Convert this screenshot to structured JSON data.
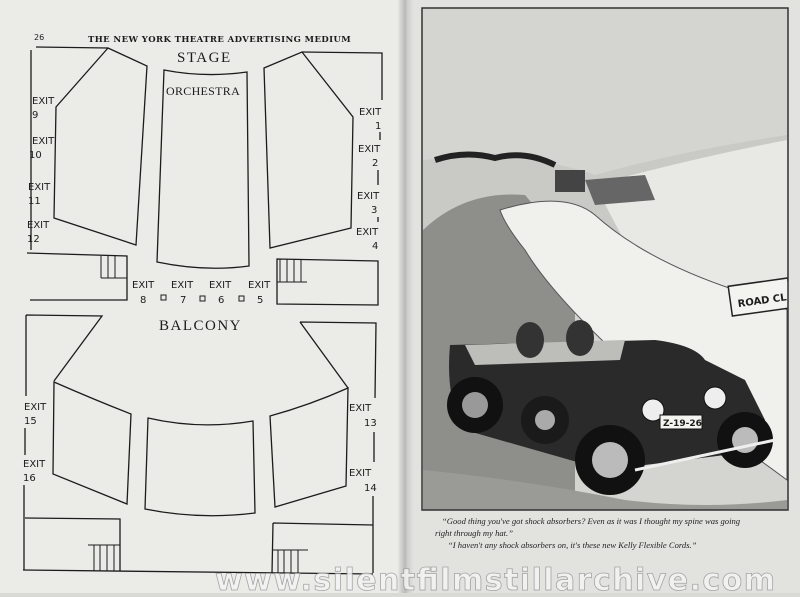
{
  "left_page": {
    "page_number": "26",
    "running_header": "THE NEW YORK THEATRE ADVERTISING MEDIUM",
    "stage_label": "STAGE",
    "orchestra_label": "ORCHESTRA",
    "balcony_label": "BALCONY",
    "exit_word": "EXIT",
    "orchestra_exits_left": [
      "9",
      "10",
      "11",
      "12"
    ],
    "orchestra_exits_right": [
      "1",
      "2",
      "3",
      "4"
    ],
    "rear_exits": [
      "8",
      "7",
      "6",
      "5"
    ],
    "balcony_exits_left": [
      "15",
      "16"
    ],
    "balcony_exits_right": [
      "13",
      "14"
    ]
  },
  "right_page": {
    "sign_text": "ROAD CL",
    "license_plate": "Z-19-26",
    "caption_line_1": "“Good thing you've got shock absorbers?  Even as it was I thought my spine was going",
    "caption_line_2": "right through my hat.”",
    "caption_line_3": "“I haven't any shock absorbers on, it's these new Kelly Flexible Cords.”"
  },
  "watermark": "www.silentfilmstillarchive.com",
  "colors": {
    "paper": "#ebebe8",
    "ink": "#1c1c1c"
  }
}
